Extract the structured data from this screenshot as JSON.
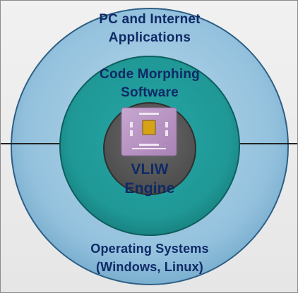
{
  "diagram": {
    "outer_ring": {
      "title_lines": [
        "PC and Internet",
        "Applications"
      ],
      "bottom_lines": [
        "Operating Systems",
        "(Windows, Linux)"
      ]
    },
    "middle_ring": {
      "title_lines": [
        "Code Morphing",
        "Software"
      ]
    },
    "core": {
      "title_lines": [
        "VLIW",
        "Engine"
      ],
      "icon": "processor-chip-icon"
    },
    "colors": {
      "outer": "#8fbfdc",
      "middle": "#1f9a98",
      "core": "#5a5a5a",
      "text": "#0f2a66"
    }
  }
}
